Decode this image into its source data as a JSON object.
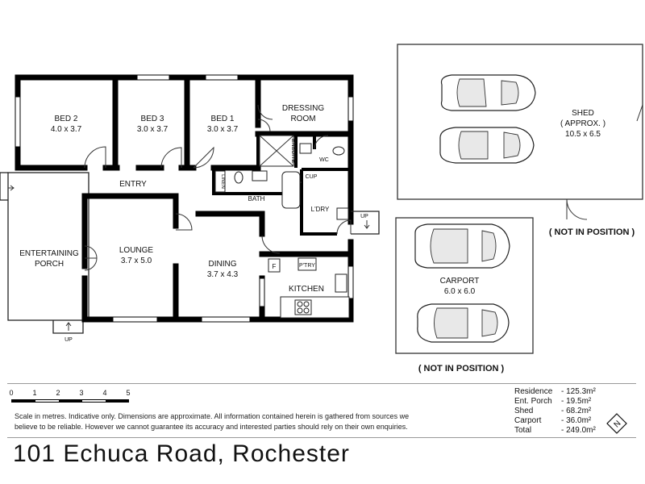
{
  "rooms": {
    "bed2": {
      "name": "BED 2",
      "size": "4.0 x 3.7"
    },
    "bed3": {
      "name": "BED 3",
      "size": "3.0 x 3.7"
    },
    "bed1": {
      "name": "BED 1",
      "size": "3.0 x 3.7"
    },
    "dressing_line1": "DRESSING",
    "dressing_line2": "ROOM",
    "ensuite": "ENSUITE",
    "wc": "WC",
    "linen": "LINEN",
    "bath": "BATH",
    "cup": "CUP",
    "entry": "ENTRY",
    "ldry": "L'DRY",
    "up_porch": "UP",
    "up_ldry": "UP",
    "lounge": {
      "name": "LOUNGE",
      "size": "3.7 x 5.0"
    },
    "dining": {
      "name": "DINING",
      "size": "3.7 x 4.3"
    },
    "kitchen": "KITCHEN",
    "pantry": "P'TRY",
    "fridge": "F",
    "porch_line1": "ENTERTAINING",
    "porch_line2": "PORCH"
  },
  "shed": {
    "name": "SHED",
    "approx": "( APPROX. )",
    "size": "10.5 x 6.5",
    "note": "( NOT IN POSITION )"
  },
  "carport": {
    "name": "CARPORT",
    "size": "6.0 x 6.0",
    "note": "( NOT IN POSITION )"
  },
  "scale": {
    "ticks": [
      "0",
      "1",
      "2",
      "3",
      "4",
      "5"
    ]
  },
  "disclaimer": {
    "line1": "Scale in metres. Indicative only. Dimensions are approximate. All information contained herein is gathered from sources we",
    "line2": "believe to be reliable. However we cannot guarantee  its accuracy and interested parties should rely on their own enquiries."
  },
  "areas": [
    {
      "name": "Residence",
      "value": "- 125.3m²"
    },
    {
      "name": "Ent. Porch",
      "value": "-  19.5m²"
    },
    {
      "name": "Shed",
      "value": "-  68.2m²"
    },
    {
      "name": "Carport",
      "value": "-  36.0m²"
    },
    {
      "name": "Total",
      "value": "- 249.0m²"
    }
  ],
  "compass_icon": "north-arrow-icon",
  "address": "101 Echuca Road, Rochester"
}
